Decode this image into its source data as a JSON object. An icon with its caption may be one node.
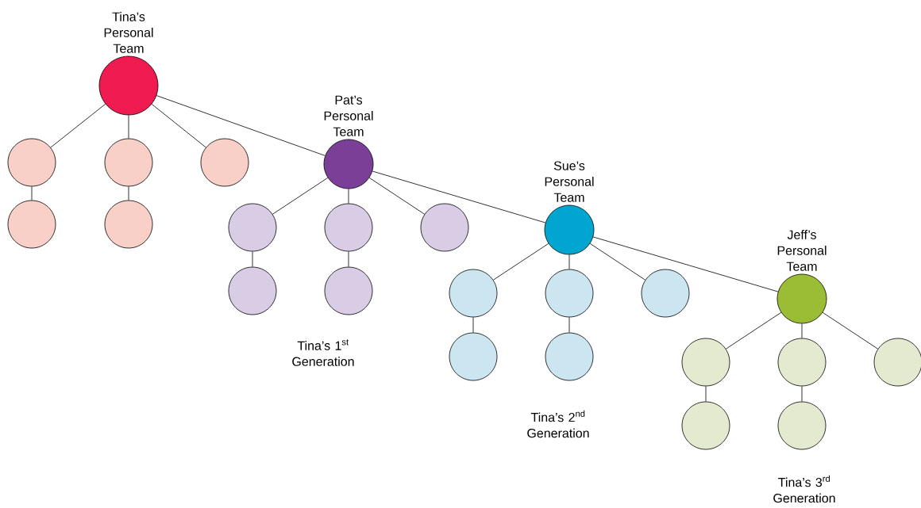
{
  "diagram": {
    "nodes": [
      {
        "text": [
          "Tina’s Personal Team"
        ]
      },
      {
        "text": [],
        "shape": "circle"
      },
      {
        "text": [],
        "shape": "circle"
      },
      {
        "text": [],
        "shape": "circle"
      },
      {
        "text": [],
        "shape": "circle"
      },
      {
        "text": [],
        "shape": "circle"
      },
      {
        "text": [
          "Pat’s Personal Team"
        ]
      },
      {
        "text": [],
        "shape": "circle"
      },
      {
        "text": [],
        "shape": "circle"
      },
      {
        "text": [],
        "shape": "circle"
      },
      {
        "text": [],
        "shape": "circle"
      },
      {
        "text": [],
        "shape": "circle"
      },
      {
        "text": [
          "Sue’s Personal Team"
        ]
      },
      {
        "text": [],
        "shape": "circle"
      },
      {
        "text": [],
        "shape": "circle"
      },
      {
        "text": [],
        "shape": "circle"
      },
      {
        "text": [],
        "shape": "circle"
      },
      {
        "text": [],
        "shape": "circle"
      },
      {
        "text": [
          "Jeff’s Personal Team"
        ]
      },
      {
        "text": [],
        "shape": "circle"
      },
      {
        "text": [],
        "shape": "circle"
      },
      {
        "text": [],
        "shape": "circle"
      },
      {
        "text": [],
        "shape": "circle"
      },
      {
        "text": [],
        "shape": "circle"
      }
    ],
    "edges": [
      {
        "from": 0,
        "to": 1,
        "arrow": "none"
      },
      {
        "from": 0,
        "to": 2,
        "arrow": "none"
      },
      {
        "from": 0,
        "to": 3,
        "arrow": "none"
      },
      {
        "from": 1,
        "to": 4,
        "arrow": "none"
      },
      {
        "from": 2,
        "to": 5,
        "arrow": "none"
      },
      {
        "from": 0,
        "to": 6,
        "arrow": "none"
      },
      {
        "from": 6,
        "to": 7,
        "arrow": "none"
      },
      {
        "from": 6,
        "to": 8,
        "arrow": "none"
      },
      {
        "from": 6,
        "to": 9,
        "arrow": "none"
      },
      {
        "from": 7,
        "to": 10,
        "arrow": "none"
      },
      {
        "from": 8,
        "to": 11,
        "arrow": "none"
      },
      {
        "from": 6,
        "to": 12,
        "arrow": "none"
      },
      {
        "from": 12,
        "to": 13,
        "arrow": "none"
      },
      {
        "from": 12,
        "to": 14,
        "arrow": "none"
      },
      {
        "from": 12,
        "to": 15,
        "arrow": "none"
      },
      {
        "from": 13,
        "to": 16,
        "arrow": "none"
      },
      {
        "from": 14,
        "to": 17,
        "arrow": "none"
      },
      {
        "from": 12,
        "to": 18,
        "arrow": "none"
      },
      {
        "from": 18,
        "to": 19,
        "arrow": "none"
      },
      {
        "from": 18,
        "to": 20,
        "arrow": "none"
      },
      {
        "from": 18,
        "to": 21,
        "arrow": "none"
      },
      {
        "from": 19,
        "to": 22,
        "arrow": "none"
      },
      {
        "from": 20,
        "to": 23,
        "arrow": "none"
      }
    ],
    "labels": [
      "Tina’s 1$^{st}$ Generation",
      "Tina’s 2$^{nd}$ Generation",
      "Tina’s 3$^{rd}$ Generation"
    ]
  }
}
